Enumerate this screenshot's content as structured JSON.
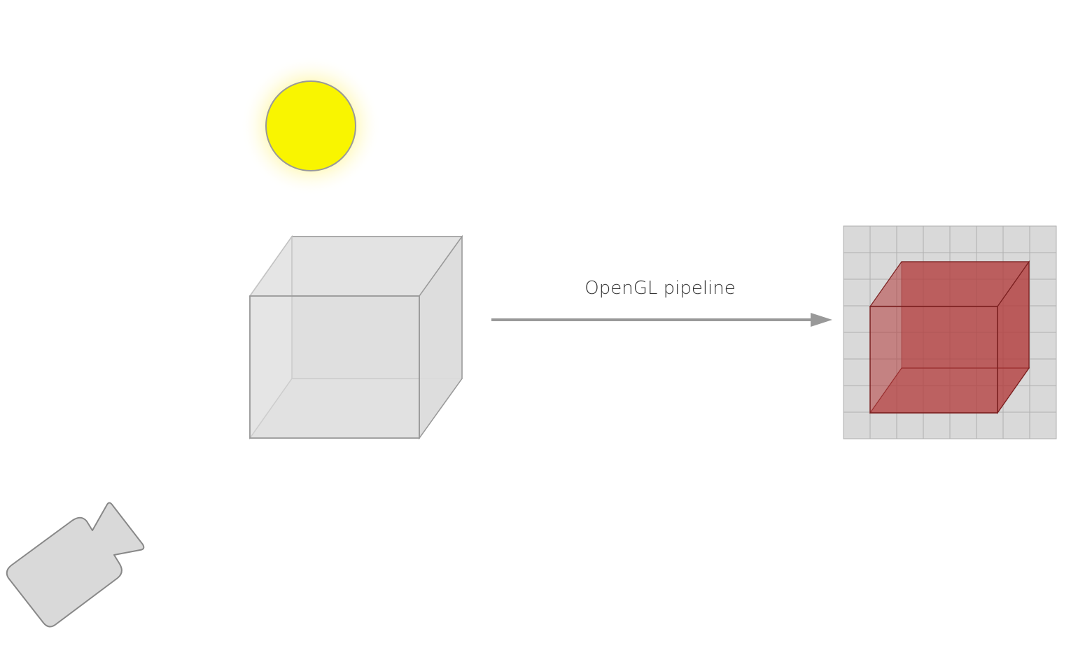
{
  "diagram": {
    "arrow_label": "OpenGL pipeline"
  },
  "elements": {
    "light": {
      "icon": "sun-icon",
      "fill_color": "#f9f500",
      "glow_color": "#fff6a0",
      "stroke_color": "#999999"
    },
    "scene_cube": {
      "icon": "wireframe-cube-icon",
      "face_color": "#d9d9d9",
      "edge_color": "#999999"
    },
    "camera": {
      "icon": "video-camera-icon",
      "fill_color": "#d9d9d9",
      "edge_color": "#888888"
    },
    "arrow": {
      "color": "#999999"
    },
    "raster_grid": {
      "cell_color": "#d9d9d9",
      "line_color": "#b0b0b0",
      "columns": 8,
      "rows": 8
    },
    "rendered_cube": {
      "face_color": "#b33a3a",
      "edge_color": "#7a1f1f"
    }
  }
}
